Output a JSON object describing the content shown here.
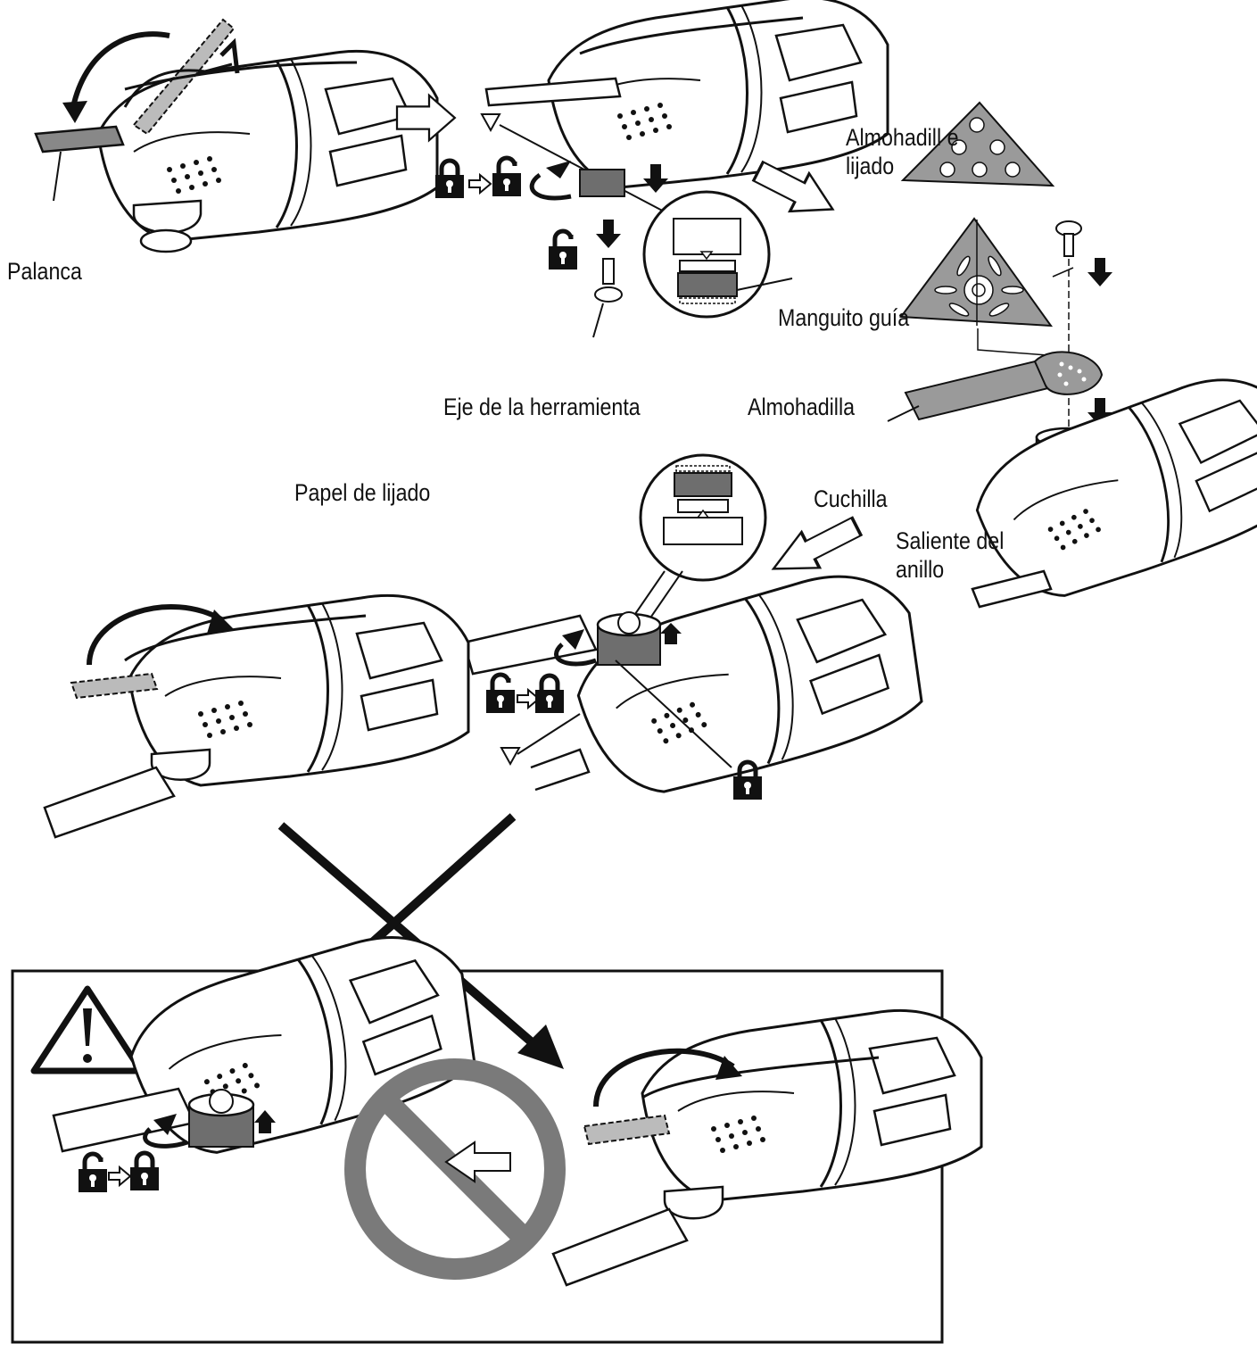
{
  "labels": {
    "lever": "Palanca",
    "pad_sanding_line1": "Almohadill   e",
    "pad_sanding_line2": "lijado",
    "guide_sleeve": "Manguito guía",
    "tool_shaft": "Eje de la herramienta",
    "pad": "Almohadilla",
    "sanding_paper": "Papel de lijado",
    "blade": "Cuchilla",
    "ring_protrusion_line1": "Saliente del",
    "ring_protrusion_line2": "anillo"
  },
  "icons": [
    "lever-arrow-icon",
    "open-lock-icon",
    "closed-lock-icon",
    "rotate-arrow-icon",
    "down-arrow-icon",
    "up-arrow-icon",
    "step-arrow-icon",
    "warning-triangle-icon",
    "prohibited-icon",
    "cross-icon"
  ],
  "colors": {
    "ink": "#111111",
    "prohibit": "#7a7a7a",
    "gray_part": "#6e6e6e",
    "pad_gray": "#9a9a9a"
  }
}
